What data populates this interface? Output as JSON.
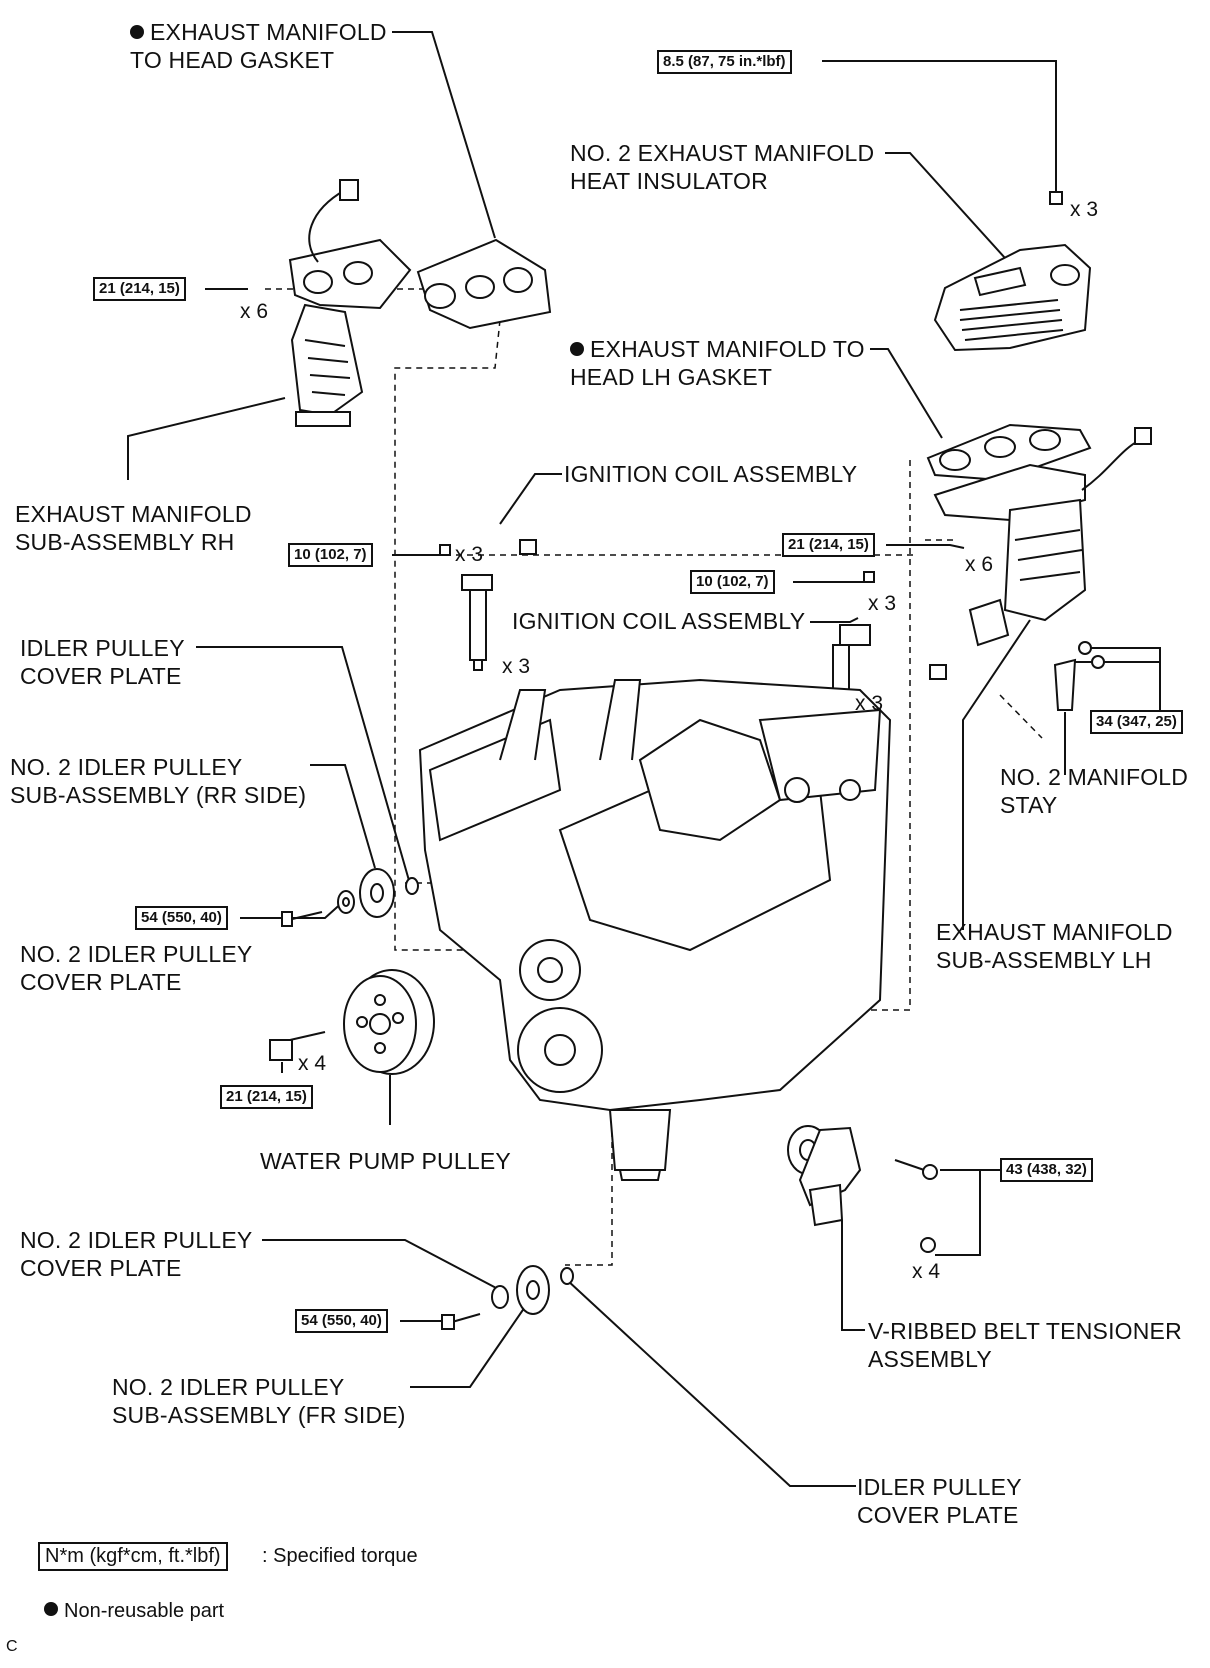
{
  "labels": {
    "exhaust_gasket_rh": "EXHAUST MANIFOLD\nTO HEAD GASKET",
    "heat_insulator": "NO. 2 EXHAUST MANIFOLD\nHEAT INSULATOR",
    "exhaust_gasket_lh": "EXHAUST MANIFOLD TO\nHEAD LH GASKET",
    "exhaust_manifold_rh": "EXHAUST MANIFOLD\nSUB-ASSEMBLY RH",
    "ignition_coil_1": "IGNITION COIL ASSEMBLY",
    "ignition_coil_2": "IGNITION COIL ASSEMBLY",
    "idler_cover_plate_1": "IDLER PULLEY\nCOVER PLATE",
    "idler_rr_side": "NO. 2 IDLER PULLEY\nSUB-ASSEMBLY (RR SIDE)",
    "idler2_cover_plate_1": "NO. 2 IDLER PULLEY\nCOVER PLATE",
    "manifold_stay": "NO. 2 MANIFOLD\nSTAY",
    "exhaust_manifold_lh": "EXHAUST MANIFOLD\nSUB-ASSEMBLY LH",
    "water_pump_pulley": "WATER PUMP PULLEY",
    "idler2_cover_plate_2": "NO. 2 IDLER PULLEY\nCOVER PLATE",
    "tensioner": "V-RIBBED BELT TENSIONER\nASSEMBLY",
    "idler_fr_side": "NO. 2 IDLER PULLEY\nSUB-ASSEMBLY (FR SIDE)",
    "idler_cover_plate_2": "IDLER PULLEY\nCOVER PLATE"
  },
  "torques": {
    "heat_insulator": "8.5 (87, 75 in.*lbf)",
    "manifold_rh": "21 (214, 15)",
    "ignition_rh": "10 (102, 7)",
    "manifold_lh": "21 (214, 15)",
    "ignition_lh": "10 (102, 7)",
    "stay": "34 (347, 25)",
    "idler_rr": "54 (550, 40)",
    "water_pump": "21 (214, 15)",
    "tensioner": "43 (438, 32)",
    "idler_fr": "54 (550, 40)"
  },
  "multipliers": {
    "insulator_bolts": "x 3",
    "manifold_rh_nuts": "x 6",
    "ignition_rh_bolts": "x 3",
    "ignition_rh_coils": "x 3",
    "manifold_lh_nuts": "x 6",
    "ignition_lh_bolts": "x 3",
    "ignition_lh_coils": "x 3",
    "water_pump_bolts": "x 4",
    "tensioner_bolts": "x 4"
  },
  "legend": {
    "torque_unit": "N*m (kgf*cm, ft.*lbf)",
    "torque_desc": ": Specified torque",
    "nonreusable_desc": "Non-reusable part"
  },
  "footer": {
    "code": "C"
  }
}
